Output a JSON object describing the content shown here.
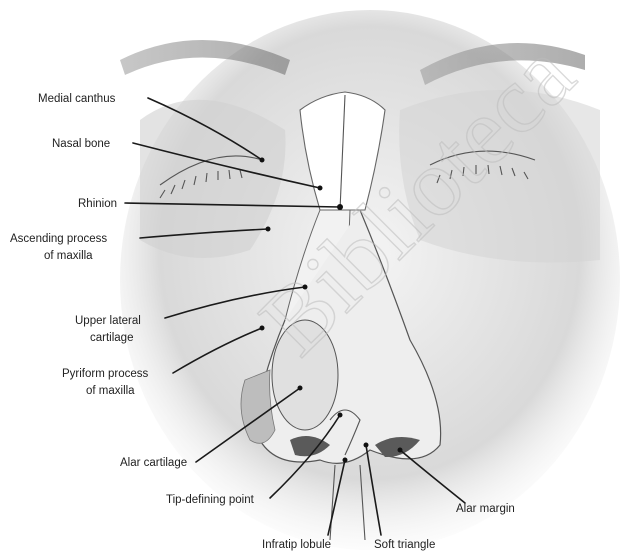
{
  "labels": {
    "medial_canthus": "Medial canthus",
    "nasal_bone": "Nasal bone",
    "rhinion": "Rhinion",
    "ascending_process_1": "Ascending process",
    "ascending_process_2": "of maxilla",
    "upper_lateral_1": "Upper lateral",
    "upper_lateral_2": "cartilage",
    "pyriform_1": "Pyriform process",
    "pyriform_2": "of maxilla",
    "alar_cartilage": "Alar cartilage",
    "tip_defining_point": "Tip-defining point",
    "infratip_lobule": "Infratip lobule",
    "soft_triangle": "Soft triangle",
    "alar_margin": "Alar margin"
  },
  "watermark": "Biblioteca"
}
